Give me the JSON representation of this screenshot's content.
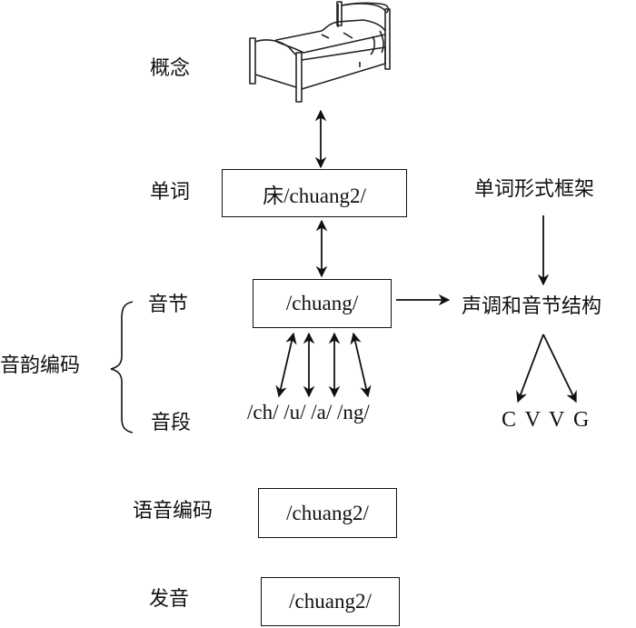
{
  "labels": {
    "concept": "概念",
    "word": "单词",
    "syllable": "音节",
    "phonological_encoding": "音韵编码",
    "segment": "音段",
    "phonetic_encoding": "语音编码",
    "articulation": "发音",
    "word_form_frame": "单词形式框架",
    "tone_syllable_structure": "声调和音节结构"
  },
  "boxes": {
    "word": "床/chuang2/",
    "syllable": "/chuang/",
    "phonetic": "/chuang2/",
    "articulation": "/chuang2/"
  },
  "segments": "/ch/ /u/ /a/ /ng/",
  "cvvg": "C V V G",
  "concept_image": "bed-illustration"
}
